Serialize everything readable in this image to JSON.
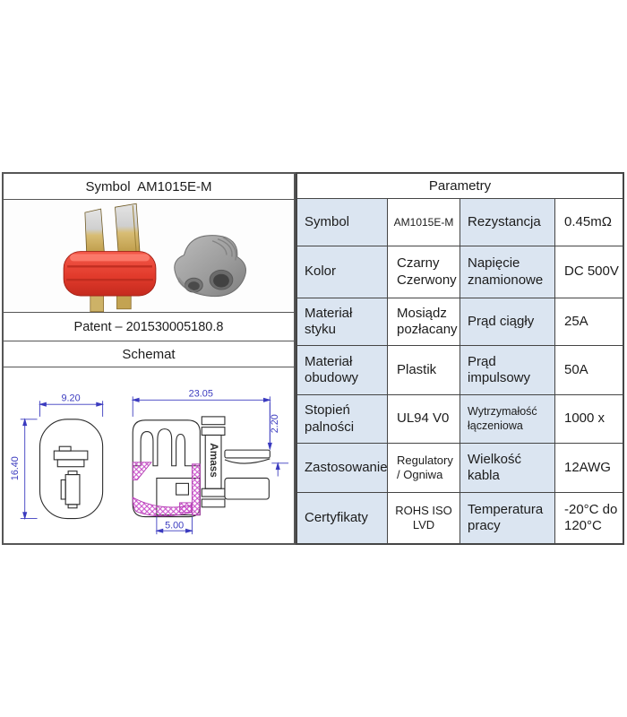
{
  "left_panel": {
    "symbol_header": "Symbol  AM1015E-M",
    "patent_label": "Patent – 201530005180.8",
    "schemat_label": "Schemat",
    "schematic": {
      "brand_text": "Amass",
      "dims": {
        "front_width": "9.20",
        "front_height": "16.40",
        "side_length": "23.05",
        "blade_thickness": "2.20",
        "pin_width": "5.00"
      }
    }
  },
  "parameters": {
    "title": "Parametry",
    "rows": [
      {
        "label1": "Symbol",
        "value1": "AM1015E-M",
        "label2": "Rezystancja",
        "value2": "0.45mΩ"
      },
      {
        "label1": "Kolor",
        "value1": "Czarny Czerwony",
        "label2": "Napięcie znamionowe",
        "value2": "DC 500V"
      },
      {
        "label1": "Materiał styku",
        "value1": "Mosiądz pozłacany",
        "label2": "Prąd ciągły",
        "value2": "25A"
      },
      {
        "label1": "Materiał obudowy",
        "value1": "Plastik",
        "label2": "Prąd impulsowy",
        "value2": "50A"
      },
      {
        "label1": "Stopień palności",
        "value1": "UL94 V0",
        "label2": "Wytrzymałość łączeniowa",
        "value2": "1000 x"
      },
      {
        "label1": "Zastosowanie",
        "value1": "Regulatory / Ogniwa",
        "label2": "Wielkość kabla",
        "value2": "12AWG"
      },
      {
        "label1": "Certyfikaty",
        "value1": "ROHS ISO LVD",
        "label2": "Temperatura pracy",
        "value2": "-20°C do 120°C"
      }
    ]
  },
  "colors": {
    "page_bg": "#ffffff",
    "table_border": "#4a4a4a",
    "label_cell_bg": "#dbe5f1",
    "dimension_blue": "#3b3bbf",
    "hatch_magenta": "#c94fc9",
    "connector_red": "#e0402f",
    "pin_brass": "#c9a85c",
    "cap_gray": "#9e9e9e"
  }
}
